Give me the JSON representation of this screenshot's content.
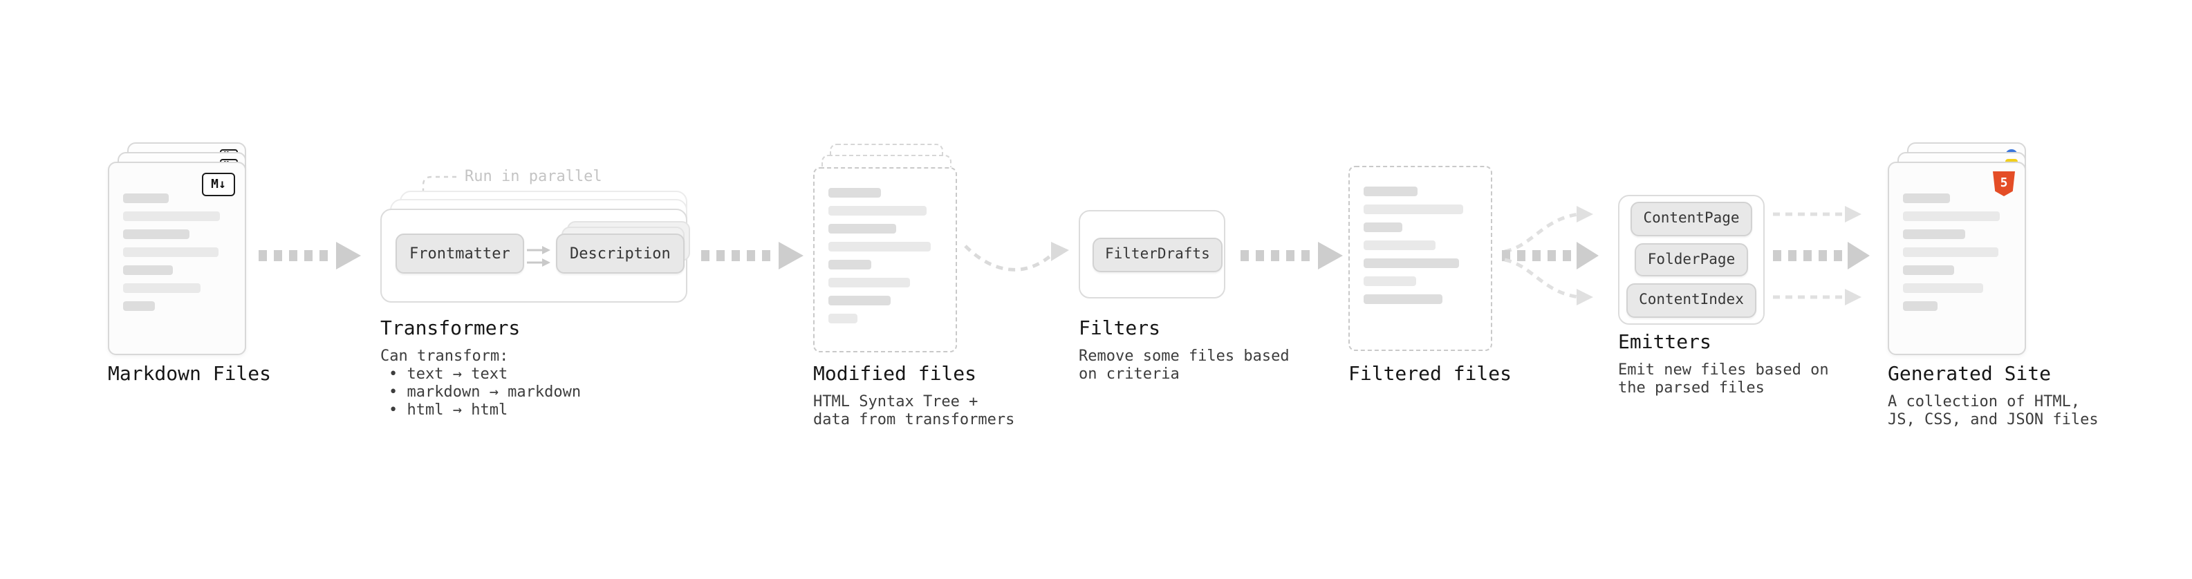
{
  "colors": {
    "arrow_gray": "#cdcdcd",
    "light_arrow_gray": "#e0e0e0",
    "html5_orange": "#e44d26",
    "js_yellow": "#f2cf1d",
    "css_blue": "#3b76db"
  },
  "stages": {
    "markdown_files": {
      "title": "Markdown Files",
      "badge": "M↓"
    },
    "transformers": {
      "title": "Transformers",
      "parallel_note": "Run in parallel",
      "chips": [
        "Frontmatter",
        "Description"
      ],
      "caption_heading": "Can transform:",
      "bullets": [
        "• text → text",
        "• markdown → markdown",
        "• html → html"
      ]
    },
    "modified_files": {
      "title": "Modified files",
      "caption": [
        "HTML Syntax Tree +",
        "data from transformers"
      ]
    },
    "filters": {
      "title": "Filters",
      "chip": "FilterDrafts",
      "caption": [
        "Remove some files based",
        "on criteria"
      ]
    },
    "filtered_files": {
      "title": "Filtered files"
    },
    "emitters": {
      "title": "Emitters",
      "chips": [
        "ContentPage",
        "FolderPage",
        "ContentIndex"
      ],
      "caption": [
        "Emit new files based on",
        "the parsed files"
      ]
    },
    "generated_site": {
      "title": "Generated Site",
      "badge": "5",
      "caption": [
        "A collection of HTML,",
        "JS, CSS, and JSON files"
      ]
    }
  }
}
